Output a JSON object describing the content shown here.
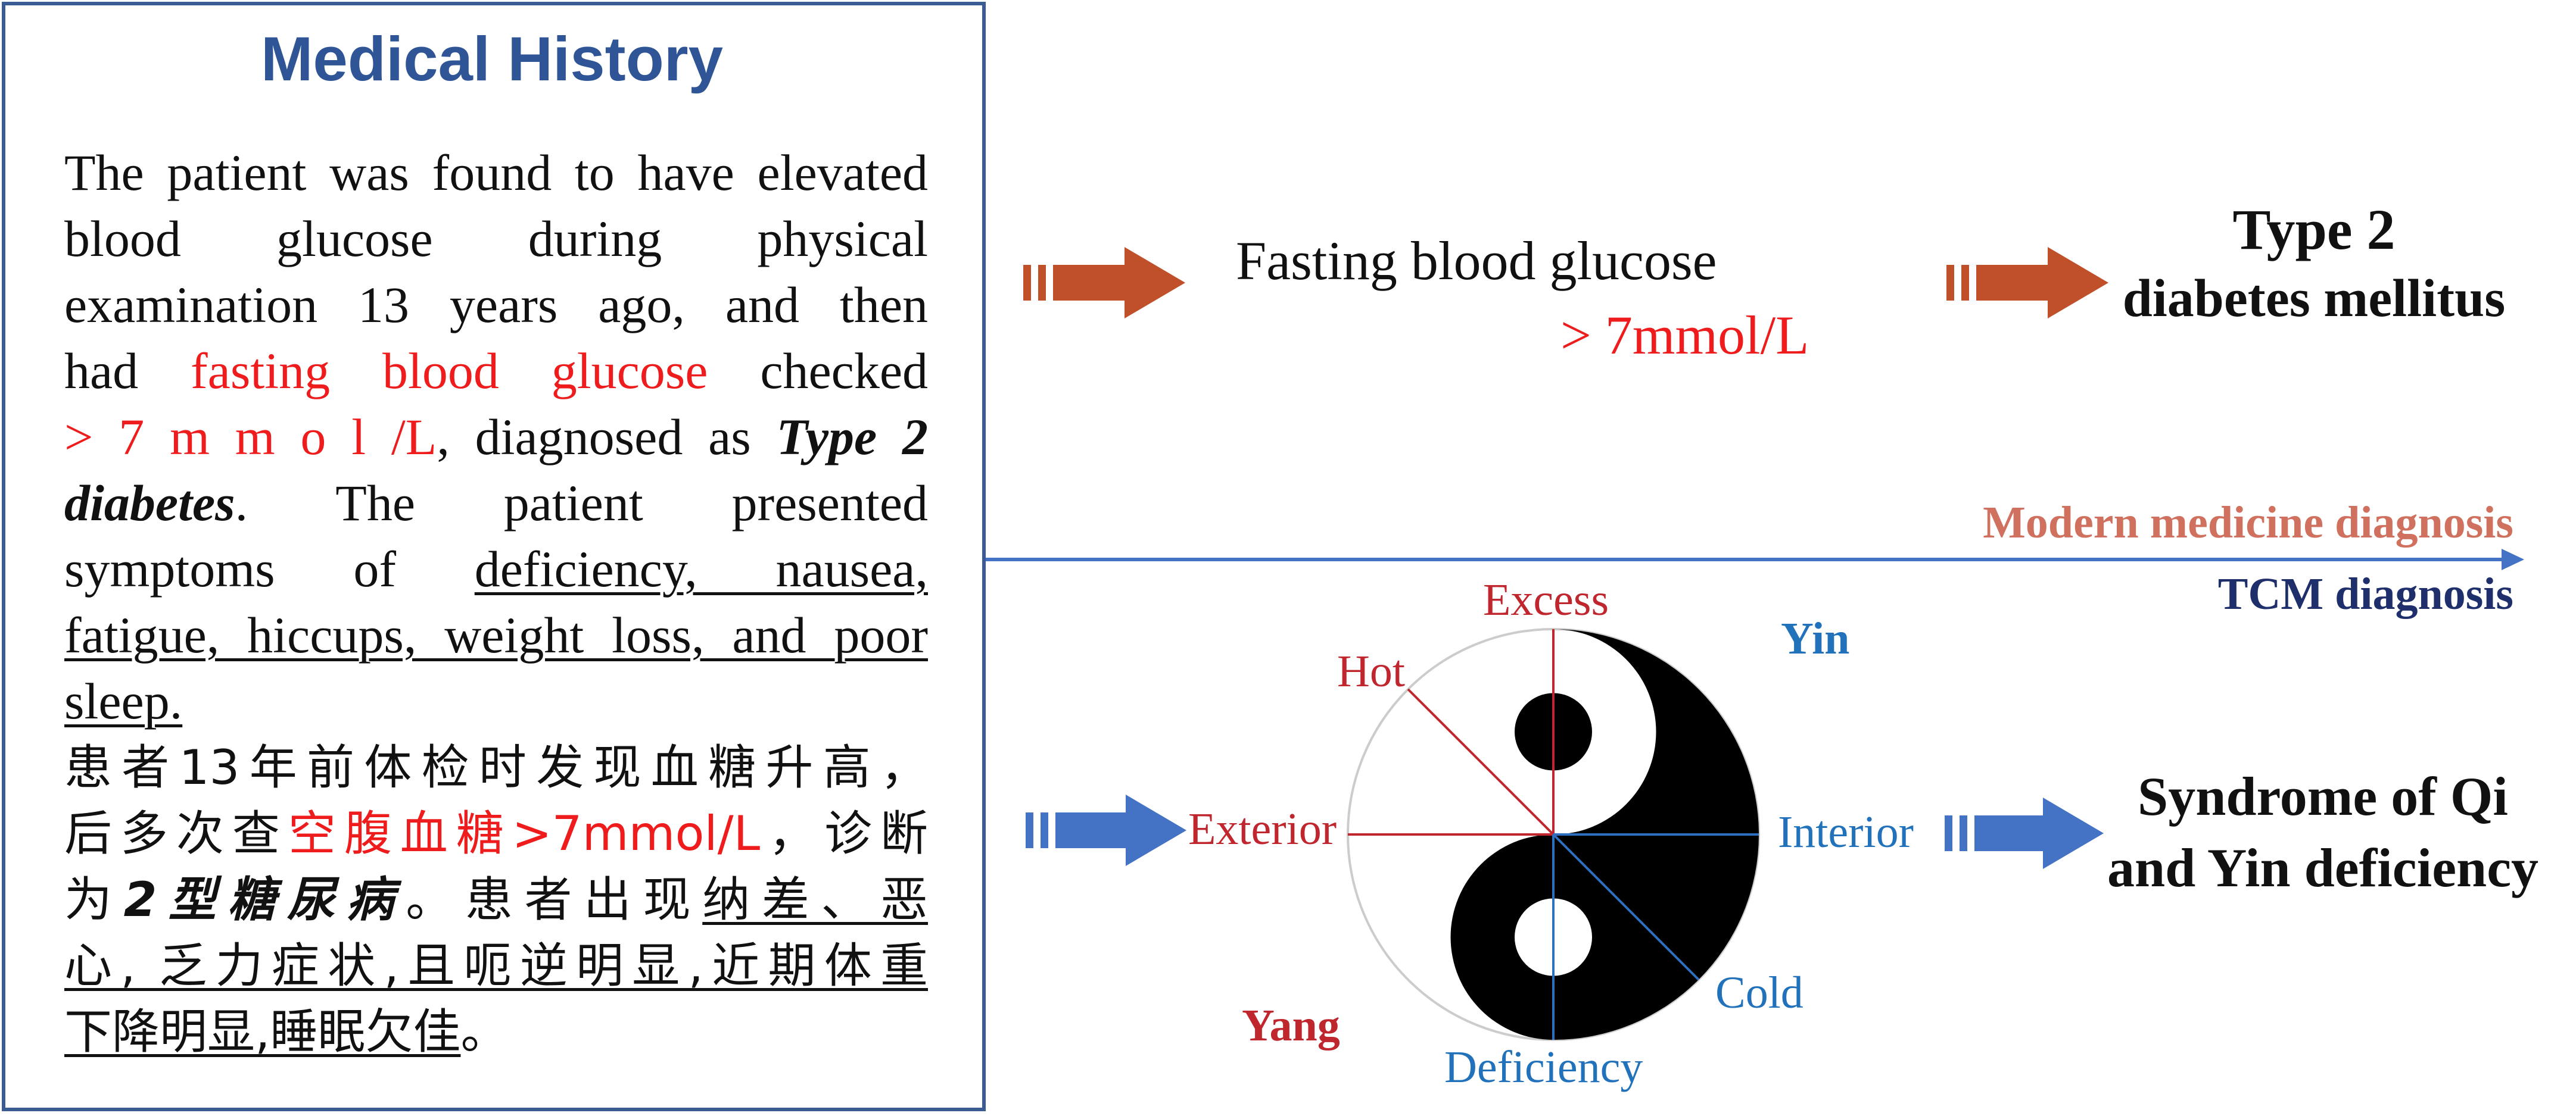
{
  "history": {
    "title": "Medical History",
    "en": {
      "l1": "The patient was found to have elevated",
      "l2": "blood glucose during physical",
      "l3": "examination 13 years ago, and then",
      "l4_a": "had ",
      "l4_red": "fasting blood glucose",
      "l4_b": " checked",
      "l5_red": "> 7 m m o l /L",
      "l5_a": ", diagnosed as ",
      "l5_bi": "Type 2",
      "l6_bi": "diabetes",
      "l6_a": ". The patient presented",
      "l7_a": "symptoms of ",
      "l7_u": "deficiency, nausea,",
      "l8_u": "fatigue, hiccups, weight loss, and poor",
      "l9_u": "sleep."
    },
    "zh": {
      "l1": "患者13年前体检时发现血糖升高，",
      "l2_a": "后多次查",
      "l2_red": "空腹血糖>7mmol/L",
      "l2_b": "，诊断",
      "l3_a": "为",
      "l3_bi": "2型糖尿病",
      "l3_b": "。患者出现",
      "l3_u": "纳差、恶",
      "l4_u": "心, 乏力症状,且呃逆明显,近期体重",
      "l5_u": "下降明显,睡眠欠佳",
      "l5_b": "。"
    }
  },
  "modern": {
    "fasting_label": "Fasting blood glucose",
    "fasting_value": "> 7mmol/L",
    "result_l1": "Type 2",
    "result_l2": "diabetes mellitus"
  },
  "axis": {
    "modern_label": "Modern medicine diagnosis",
    "tcm_label": "TCM diagnosis"
  },
  "tcm": {
    "excess": "Excess",
    "hot": "Hot",
    "exterior": "Exterior",
    "interior": "Interior",
    "cold": "Cold",
    "deficiency": "Deficiency",
    "yin": "Yin",
    "yang": "Yang",
    "result_l1": "Syndrome of Qi",
    "result_l2": "and Yin deficiency"
  },
  "colors": {
    "box_border": "#3b5b94",
    "title": "#2f5597",
    "highlight_red": "#ee1c1c",
    "arrow_orange": "#c0502a",
    "arrow_blue": "#4472c4",
    "axis_line": "#4472c4",
    "modern_label": "#d0705e",
    "tcm_label": "#1f2f6b",
    "label_red": "#c0262d",
    "label_blue": "#2272bb"
  }
}
